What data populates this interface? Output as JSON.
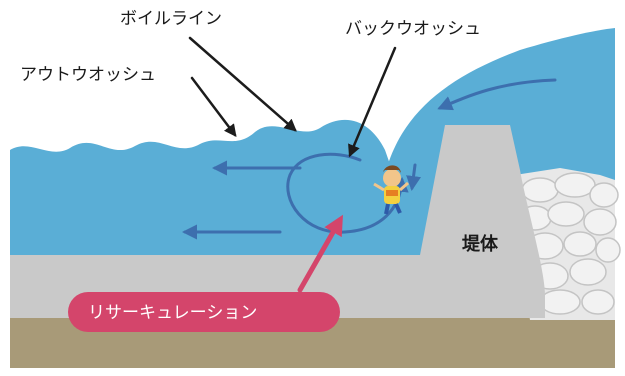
{
  "labels": {
    "boil_line": "ボイルライン",
    "backwash": "バックウオッシュ",
    "outwash": "アウトウオッシュ",
    "dam_body": "堤体",
    "recirculation": "リサーキュレーション"
  },
  "colors": {
    "water": "#5aaed6",
    "water_dark": "#3f86b4",
    "arrow": "#3d6fae",
    "pointer": "#1c1c1c",
    "dam": "#c9c9c9",
    "floor": "#a89a78",
    "recirc": "#d4456b"
  },
  "icons": {
    "person": "child-figure-icon",
    "stones": "stone-blocks"
  }
}
